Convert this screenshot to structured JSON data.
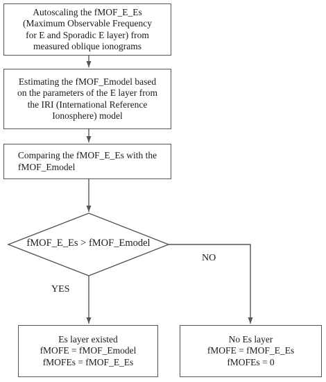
{
  "steps": [
    "Autoscaling the fMOF_E_Es\n(Maximum Observable Frequency\nfor E and Sporadic E layer) from\nmeasured oblique ionograms",
    "Estimating the fMOF_Emodel based\non the parameters of the E layer from\nthe IRI (International Reference\nIonosphere) model",
    "Comparing the fMOF_E_Es with the\nfMOF_Emodel"
  ],
  "decision": "fMOF_E_Es > fMOF_Emodel",
  "branches": {
    "yes_label": "YES",
    "no_label": "NO"
  },
  "outcomes": {
    "yes": "Es layer existed\nfMOFE = fMOF_Emodel\nfMOFEs = fMOF_E_Es",
    "no": "No Es layer\nfMOFE = fMOF_E_Es\nfMOFEs = 0"
  },
  "colors": {
    "box_border": "#555555",
    "arrow": "#555555",
    "text": "#1a1a1a"
  }
}
